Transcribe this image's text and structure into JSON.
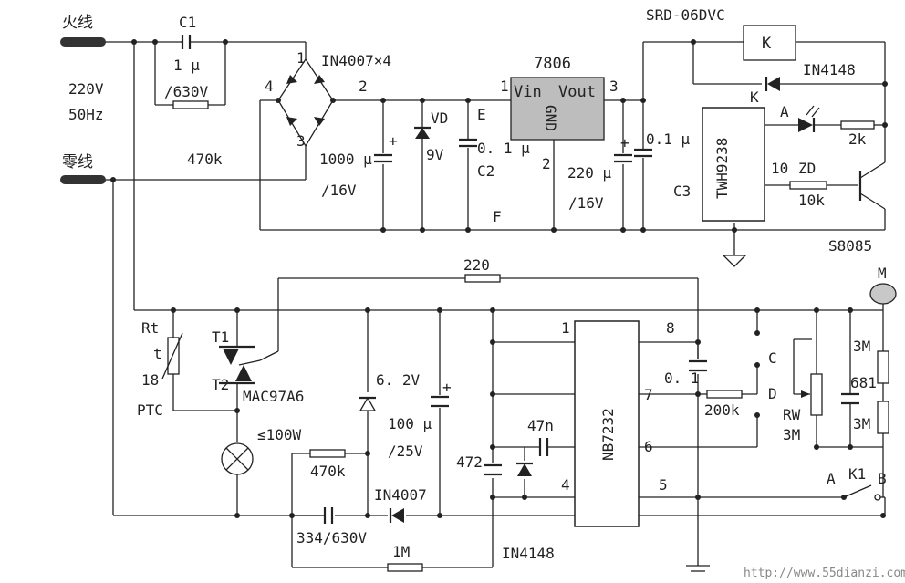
{
  "labels": {
    "live": "火线",
    "neutral": "零线",
    "voltage": "220V",
    "freq": "50Hz",
    "c1": "C1",
    "c1_val": "1 μ",
    "c1_volt": "/630V",
    "bridge": "IN4007×4",
    "r_470k_top": "470k",
    "n1": "1",
    "n2": "2",
    "n3": "3",
    "n4": "4",
    "cap1000": "1000 μ",
    "cap1000_v": "/16V",
    "vd": "VD",
    "vd_v": "9V",
    "e": "E",
    "c2_val": "0. 1 μ",
    "c2": "C2",
    "reg": "7806",
    "vin": "Vin",
    "vout": "Vout",
    "gnd": "GND",
    "reg_p1": "1",
    "reg_p2": "2",
    "reg_p3": "3",
    "f": "F",
    "cap220": "220 μ",
    "cap220_v": "/16V",
    "c3_val": "0.1 μ",
    "c3": "C3",
    "relay": "SRD-06DVC",
    "k": "K",
    "in4148_top": "IN4148",
    "k_small": "K",
    "a_led": "A",
    "r2k": "2k",
    "ic_twh": "TWH9238",
    "pin10": "10",
    "zd": "ZD",
    "r10k": "10k",
    "s8085": "S8085",
    "r220": "220",
    "m": "M",
    "rt": "Rt",
    "t": "t",
    "r18": "18",
    "ptc": "PTC",
    "t1": "T1",
    "t2": "T2",
    "mac": "MAC97A6",
    "lamp": "≤100W",
    "z62": "6. 2V",
    "cap100": "100 μ",
    "cap100_v": "/25V",
    "r470k_bot": "470k",
    "in4007": "IN4007",
    "c334": "334/630V",
    "r1m": "1M",
    "in4148_bot": "IN4148",
    "c472": "472",
    "c47n": "47n",
    "nb": "NB7232",
    "p1": "1",
    "p8": "8",
    "p7": "7",
    "p6": "6",
    "p4": "4",
    "p5": "5",
    "c01": "0. 1",
    "r200k": "200k",
    "c_lbl": "C",
    "d_lbl": "D",
    "rw": "RW",
    "rw_val": "3M",
    "r3m_a": "3M",
    "c681": "681",
    "r3m_b": "3M",
    "a_sw": "A",
    "k1": "K1",
    "b_sw": "B",
    "watermark": "http://www.55dianzi.com"
  },
  "colors": {
    "line": "#222222",
    "reg_fill": "#bdbdbd",
    "background": "#ffffff"
  }
}
